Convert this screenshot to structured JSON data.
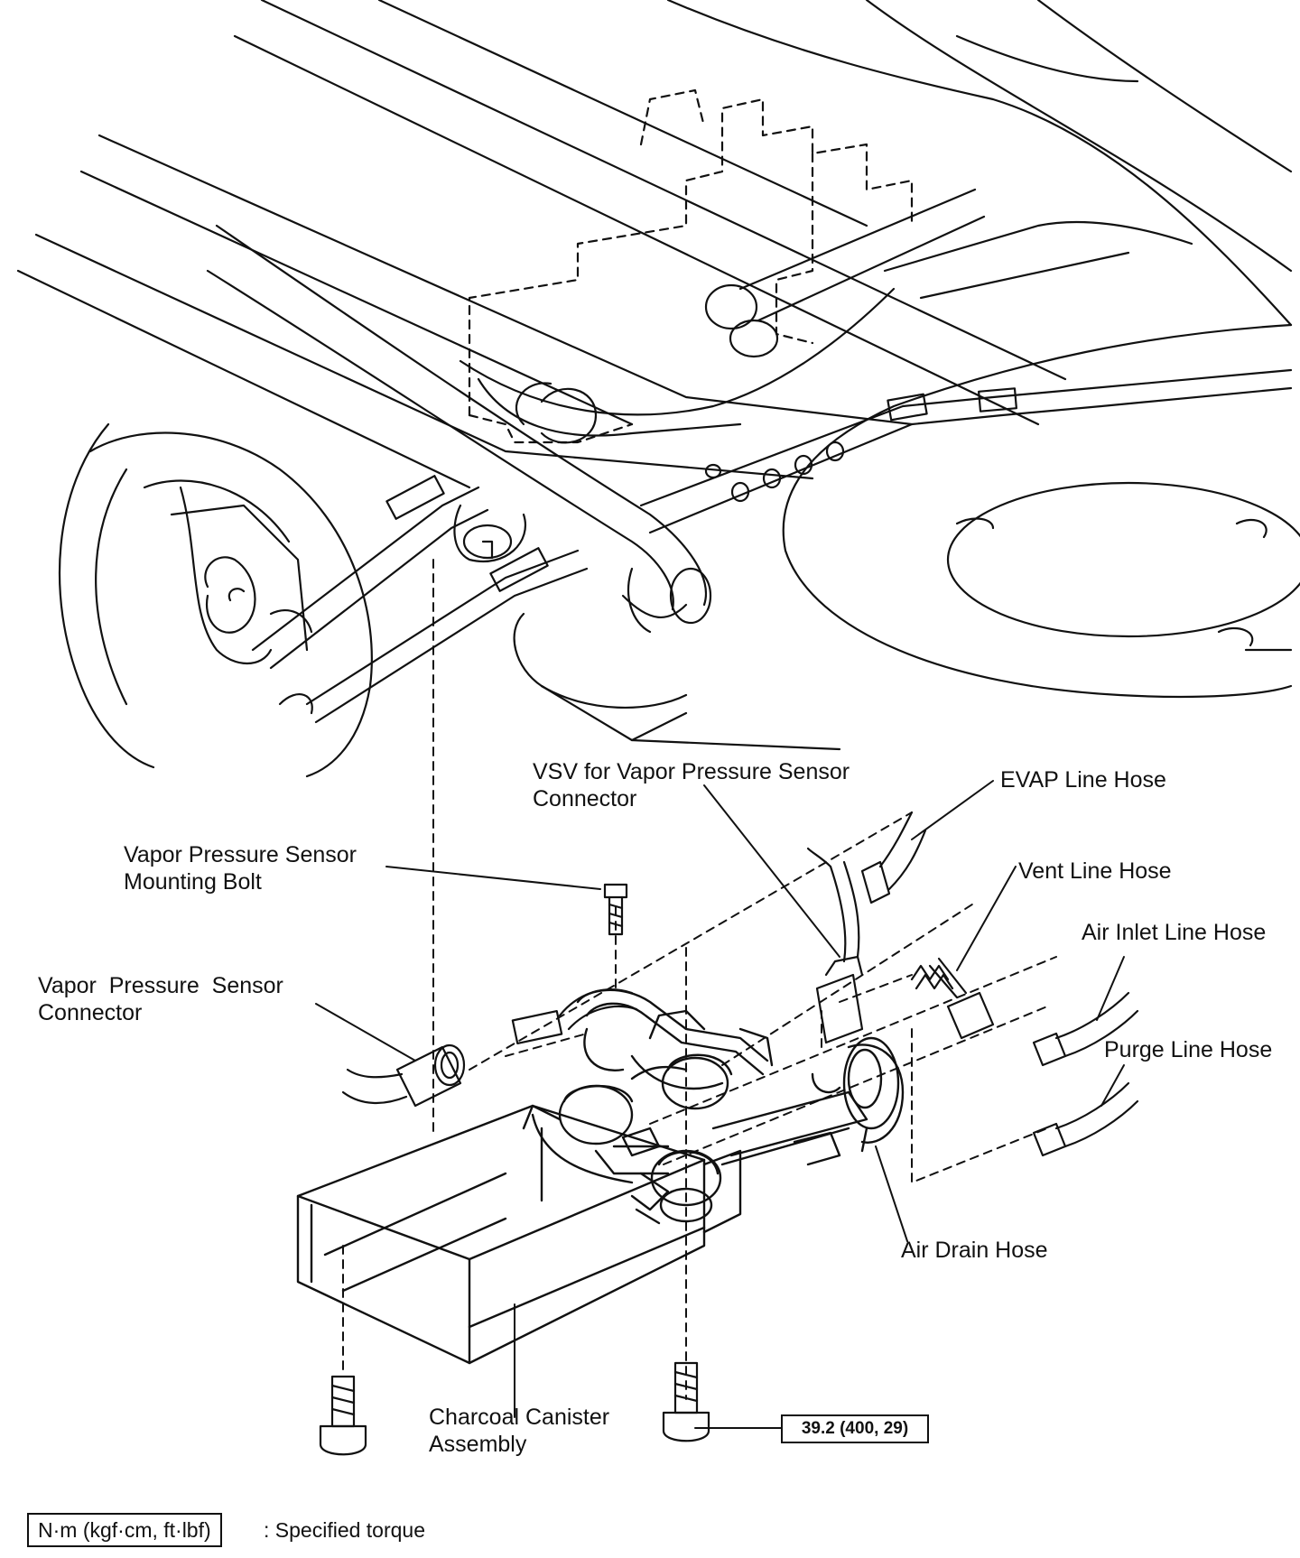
{
  "labels": {
    "vsv_connector": [
      "VSV for Vapor Pressure Sensor",
      "Connector"
    ],
    "evap_hose": [
      "EVAP Line Hose"
    ],
    "vent_hose": [
      "Vent Line Hose"
    ],
    "air_inlet_hose": [
      "Air Inlet Line Hose"
    ],
    "purge_hose": [
      "Purge Line Hose"
    ],
    "sensor_bolt": [
      "Vapor Pressure Sensor",
      "Mounting Bolt"
    ],
    "sensor_connector": [
      "Vapor  Pressure  Sensor",
      "Connector"
    ],
    "air_drain_hose": [
      "Air Drain Hose"
    ],
    "canister": [
      "Charcoal Canister",
      "Assembly"
    ]
  },
  "torque": {
    "value": "39.2 (400, 29)"
  },
  "legend": {
    "unit_box": "N·m (kgf·cm, ft·lbf)",
    "meaning": ": Specified torque"
  }
}
